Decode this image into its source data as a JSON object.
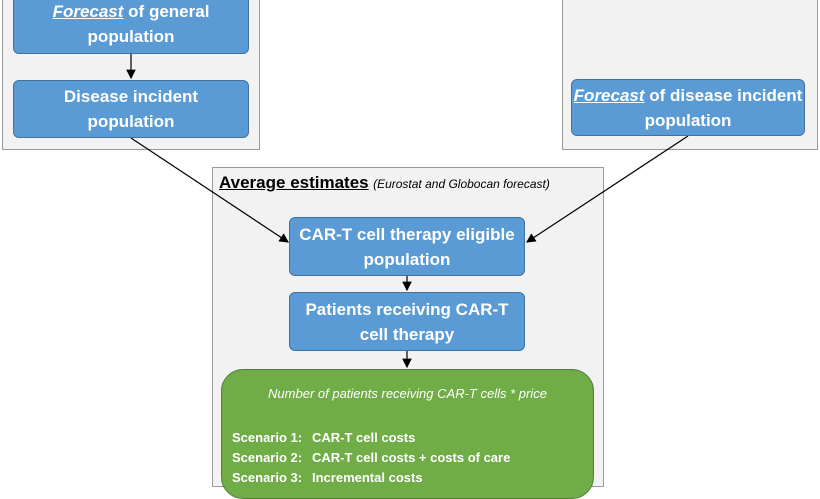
{
  "left_panel": {
    "forecast_box": {
      "emphasis": "Forecast",
      "rest": "of general",
      "line2": "population"
    },
    "incident_box": {
      "line1": "Disease incident",
      "line2": "population"
    }
  },
  "right_panel": {
    "forecast_box": {
      "emphasis": "Forecast",
      "rest": "of disease incident",
      "line2": "population"
    }
  },
  "center_panel": {
    "heading": "Average estimates",
    "heading_note": "(Eurostat and Globocan forecast)",
    "eligible_box": {
      "line1": "CAR-T cell therapy eligible",
      "line2": "population"
    },
    "receiving_box": {
      "line1": "Patients receiving CAR-T",
      "line2": "cell therapy"
    },
    "costs_box": {
      "formula": "Number of patients receiving CAR-T cells * price",
      "scenarios": [
        {
          "label": "Scenario 1:",
          "text": "CAR-T cell costs"
        },
        {
          "label": "Scenario 2:",
          "text": "CAR-T cell costs + costs of care"
        },
        {
          "label": "Scenario 3:",
          "text": "Incremental costs"
        }
      ]
    }
  },
  "colors": {
    "box_fill": "#5b9bd5",
    "green_fill": "#70ad47",
    "panel_fill": "#f2f2f2"
  }
}
